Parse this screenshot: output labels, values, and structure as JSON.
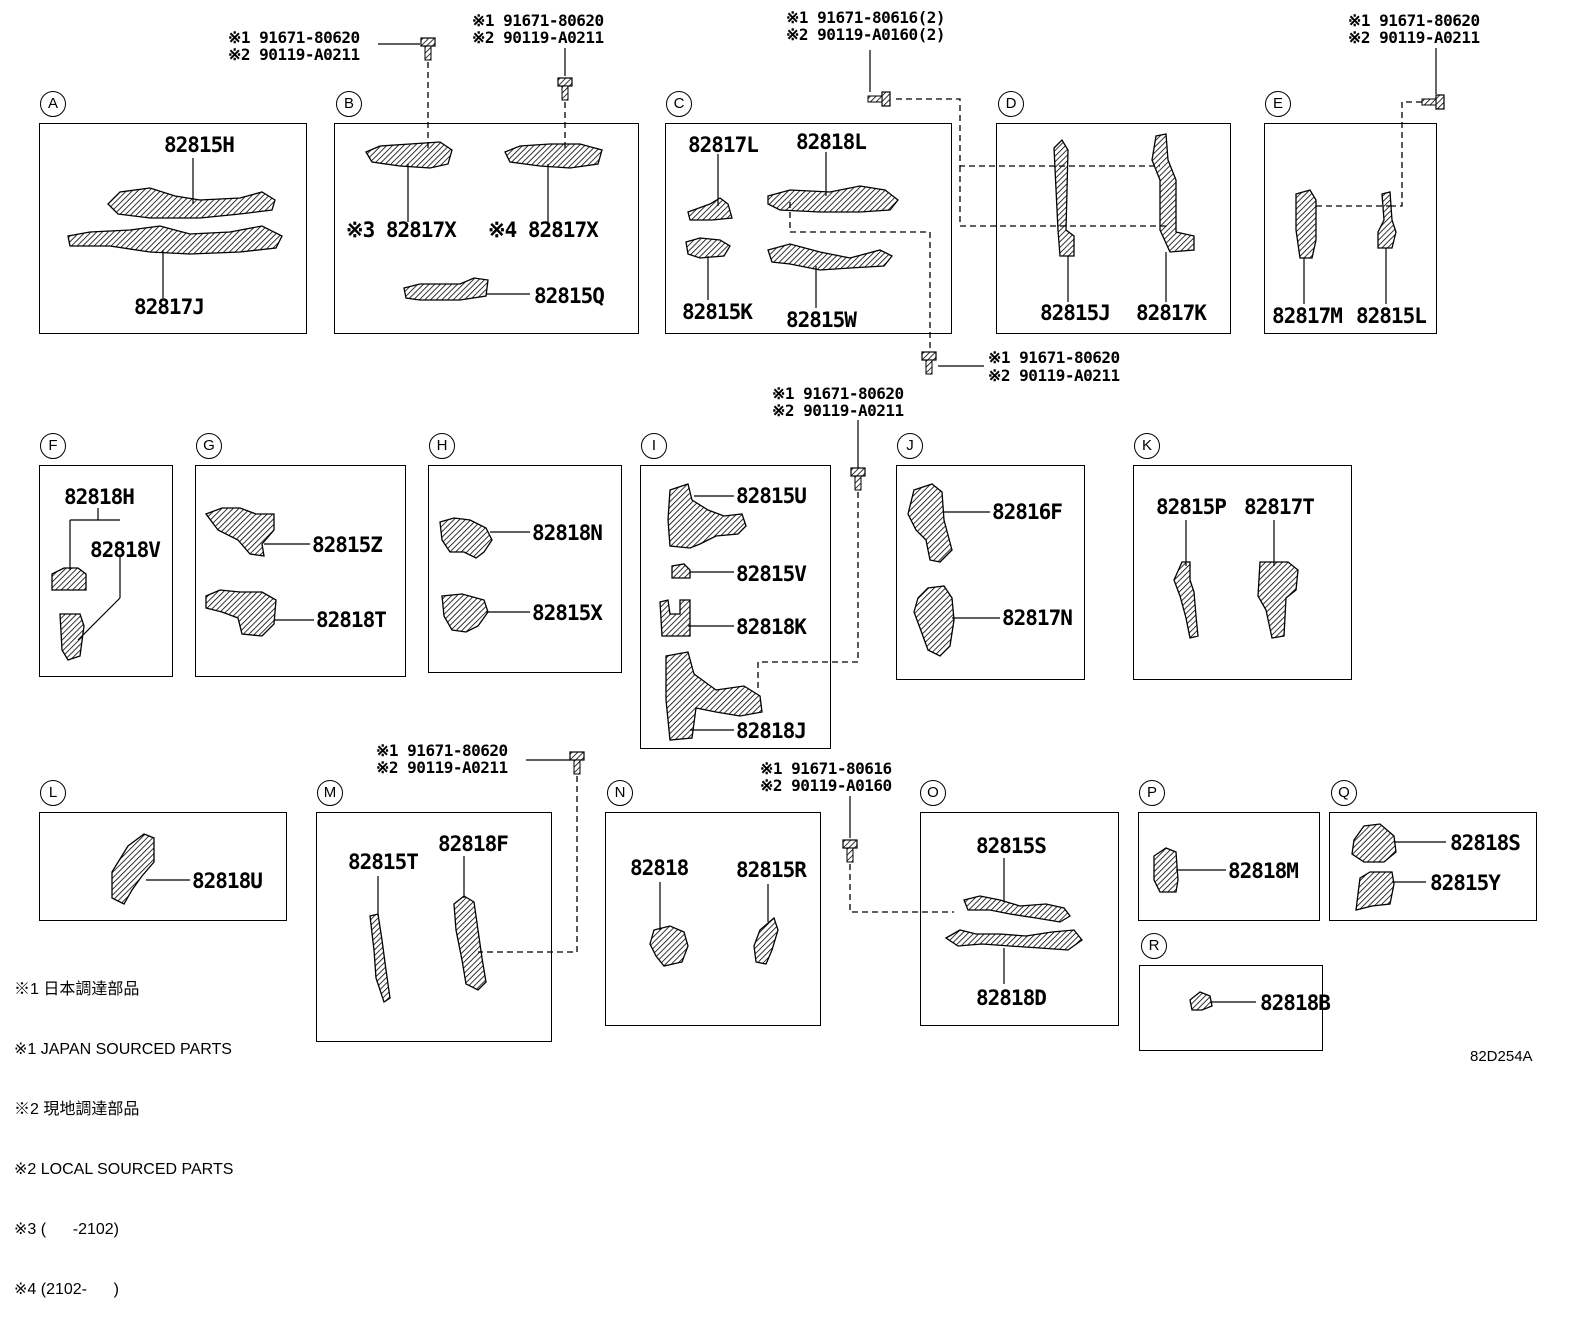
{
  "sections": {
    "A": "A",
    "B": "B",
    "C": "C",
    "D": "D",
    "E": "E",
    "F": "F",
    "G": "G",
    "H": "H",
    "I": "I",
    "J": "J",
    "K": "K",
    "L": "L",
    "M": "M",
    "N": "N",
    "O": "O",
    "P": "P",
    "Q": "Q",
    "R": "R"
  },
  "parts": {
    "p82815H": "82815H",
    "p82817J": "82817J",
    "p82817X_3": "※3 82817X",
    "p82817X_4": "※4 82817X",
    "p82815Q": "82815Q",
    "p82817L": "82817L",
    "p82818L": "82818L",
    "p82815K": "82815K",
    "p82815W": "82815W",
    "p82815J": "82815J",
    "p82817K": "82817K",
    "p82817M": "82817M",
    "p82815L": "82815L",
    "p82818H": "82818H",
    "p82818V": "82818V",
    "p82815Z": "82815Z",
    "p82818T": "82818T",
    "p82818N": "82818N",
    "p82815X": "82815X",
    "p82815U": "82815U",
    "p82815V": "82815V",
    "p82818K": "82818K",
    "p82818J": "82818J",
    "p82816F": "82816F",
    "p82817N": "82817N",
    "p82815P": "82815P",
    "p82817T": "82817T",
    "p82818U": "82818U",
    "p82815T": "82815T",
    "p82818F": "82818F",
    "p82818": "82818",
    "p82815R": "82815R",
    "p82815S": "82815S",
    "p82818D": "82818D",
    "p82818M": "82818M",
    "p82818S": "82818S",
    "p82815Y": "82815Y",
    "p82818B": "82818B"
  },
  "fasteners": {
    "f_top_b1": "※1 91671-80620",
    "f_top_b2": "※2 90119-A0211",
    "f_top_b3": "※1 91671-80620",
    "f_top_b4": "※2 90119-A0211",
    "f_top_c1": "※1 91671-80616(2)",
    "f_top_c2": "※2 90119-A0160(2)",
    "f_top_e1": "※1 91671-80620",
    "f_top_e2": "※2 90119-A0211",
    "f_mid_c1": "※1 91671-80620",
    "f_mid_c2": "※2 90119-A0211",
    "f_mid_i1": "※1 91671-80620",
    "f_mid_i2": "※2 90119-A0211",
    "f_bot_m1": "※1 91671-80620",
    "f_bot_m2": "※2 90119-A0211",
    "f_bot_o1": "※1 91671-80616",
    "f_bot_o2": "※2 90119-A0160"
  },
  "legend": [
    "※1 日本調達部品",
    "※1 JAPAN SOURCED PARTS",
    "※2 現地調達部品",
    "※2 LOCAL SOURCED PARTS",
    "※3 (      -2102)",
    "※4 (2102-      )"
  ],
  "diagram_code": "82D254A"
}
